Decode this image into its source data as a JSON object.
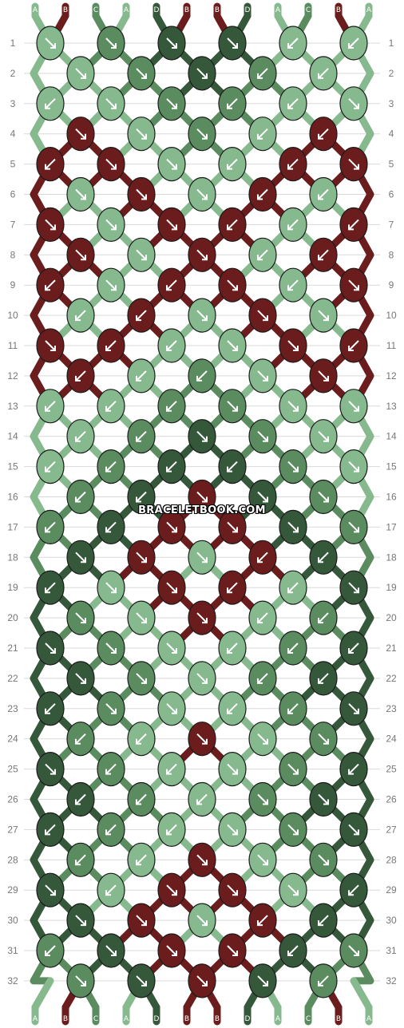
{
  "watermark": "BRACELETBOOK.COM",
  "colors": {
    "A": "#86b98e",
    "B": "#6b1c1c",
    "C": "#5a8c60",
    "D": "#35573a"
  },
  "strings": [
    "A",
    "B",
    "C",
    "A",
    "D",
    "B",
    "B",
    "D",
    "A",
    "C",
    "B",
    "A"
  ],
  "row_numbers": [
    1,
    2,
    3,
    4,
    5,
    6,
    7,
    8,
    9,
    10,
    11,
    12,
    13,
    14,
    15,
    16,
    17,
    18,
    19,
    20,
    21,
    22,
    23,
    24,
    25,
    26,
    27,
    28,
    29,
    30,
    31,
    32
  ],
  "knots": [
    {
      "row": 1,
      "knots": [
        {
          "c": "A",
          "d": "rr"
        },
        {
          "c": "C",
          "d": "rr"
        },
        {
          "c": "D",
          "d": "rl"
        },
        {
          "c": "D",
          "d": "rl"
        },
        {
          "c": "A",
          "d": "ll"
        },
        {
          "c": "A",
          "d": "ll"
        }
      ]
    },
    {
      "row": 2,
      "knots": [
        {
          "c": "A",
          "d": "rr"
        },
        {
          "c": "C",
          "d": "rr"
        },
        {
          "c": "D",
          "d": "rl"
        },
        {
          "c": "C",
          "d": "ll"
        },
        {
          "c": "A",
          "d": "ll"
        }
      ]
    },
    {
      "row": 3,
      "knots": [
        {
          "c": "A",
          "d": "ll"
        },
        {
          "c": "A",
          "d": "rr"
        },
        {
          "c": "C",
          "d": "rr"
        },
        {
          "c": "C",
          "d": "ll"
        },
        {
          "c": "A",
          "d": "ll"
        },
        {
          "c": "A",
          "d": "rr"
        }
      ]
    },
    {
      "row": 4,
      "knots": [
        {
          "c": "B",
          "d": "rr"
        },
        {
          "c": "A",
          "d": "rr"
        },
        {
          "c": "C",
          "d": "rr"
        },
        {
          "c": "A",
          "d": "ll"
        },
        {
          "c": "B",
          "d": "ll"
        }
      ]
    },
    {
      "row": 5,
      "knots": [
        {
          "c": "B",
          "d": "ll"
        },
        {
          "c": "B",
          "d": "rr"
        },
        {
          "c": "A",
          "d": "rr"
        },
        {
          "c": "A",
          "d": "ll"
        },
        {
          "c": "B",
          "d": "ll"
        },
        {
          "c": "B",
          "d": "rr"
        }
      ]
    },
    {
      "row": 6,
      "knots": [
        {
          "c": "A",
          "d": "rr"
        },
        {
          "c": "B",
          "d": "rr"
        },
        {
          "c": "A",
          "d": "rr"
        },
        {
          "c": "B",
          "d": "ll"
        },
        {
          "c": "A",
          "d": "ll"
        }
      ]
    },
    {
      "row": 7,
      "knots": [
        {
          "c": "B",
          "d": "rr"
        },
        {
          "c": "A",
          "d": "rr"
        },
        {
          "c": "B",
          "d": "rr"
        },
        {
          "c": "B",
          "d": "ll"
        },
        {
          "c": "A",
          "d": "ll"
        },
        {
          "c": "B",
          "d": "ll"
        }
      ]
    },
    {
      "row": 8,
      "knots": [
        {
          "c": "B",
          "d": "rr"
        },
        {
          "c": "A",
          "d": "rr"
        },
        {
          "c": "B",
          "d": "rr"
        },
        {
          "c": "A",
          "d": "ll"
        },
        {
          "c": "B",
          "d": "ll"
        }
      ]
    },
    {
      "row": 9,
      "knots": [
        {
          "c": "B",
          "d": "ll"
        },
        {
          "c": "A",
          "d": "rr"
        },
        {
          "c": "B",
          "d": "ll"
        },
        {
          "c": "B",
          "d": "rr"
        },
        {
          "c": "A",
          "d": "ll"
        },
        {
          "c": "B",
          "d": "rr"
        }
      ]
    },
    {
      "row": 10,
      "knots": [
        {
          "c": "A",
          "d": "ll"
        },
        {
          "c": "B",
          "d": "ll"
        },
        {
          "c": "A",
          "d": "rr"
        },
        {
          "c": "B",
          "d": "rr"
        },
        {
          "c": "A",
          "d": "rr"
        }
      ]
    },
    {
      "row": 11,
      "knots": [
        {
          "c": "B",
          "d": "rr"
        },
        {
          "c": "B",
          "d": "ll"
        },
        {
          "c": "A",
          "d": "ll"
        },
        {
          "c": "A",
          "d": "rr"
        },
        {
          "c": "B",
          "d": "rr"
        },
        {
          "c": "B",
          "d": "ll"
        }
      ]
    },
    {
      "row": 12,
      "knots": [
        {
          "c": "B",
          "d": "ll"
        },
        {
          "c": "A",
          "d": "ll"
        },
        {
          "c": "C",
          "d": "ll"
        },
        {
          "c": "A",
          "d": "rr"
        },
        {
          "c": "B",
          "d": "rr"
        }
      ]
    },
    {
      "row": 13,
      "knots": [
        {
          "c": "A",
          "d": "ll"
        },
        {
          "c": "A",
          "d": "ll"
        },
        {
          "c": "C",
          "d": "ll"
        },
        {
          "c": "C",
          "d": "rr"
        },
        {
          "c": "A",
          "d": "rr"
        },
        {
          "c": "A",
          "d": "rr"
        }
      ]
    },
    {
      "row": 14,
      "knots": [
        {
          "c": "A",
          "d": "ll"
        },
        {
          "c": "C",
          "d": "ll"
        },
        {
          "c": "D",
          "d": "rl"
        },
        {
          "c": "C",
          "d": "rr"
        },
        {
          "c": "A",
          "d": "rr"
        }
      ]
    },
    {
      "row": 15,
      "knots": [
        {
          "c": "A",
          "d": "ll"
        },
        {
          "c": "C",
          "d": "ll"
        },
        {
          "c": "D",
          "d": "lr"
        },
        {
          "c": "D",
          "d": "lr"
        },
        {
          "c": "C",
          "d": "rr"
        },
        {
          "c": "A",
          "d": "rr"
        }
      ]
    },
    {
      "row": 16,
      "knots": [
        {
          "c": "C",
          "d": "ll"
        },
        {
          "c": "D",
          "d": "lr"
        },
        {
          "c": "B",
          "d": "rl"
        },
        {
          "c": "D",
          "d": "rl"
        },
        {
          "c": "C",
          "d": "rr"
        }
      ]
    },
    {
      "row": 17,
      "knots": [
        {
          "c": "C",
          "d": "ll"
        },
        {
          "c": "D",
          "d": "lr"
        },
        {
          "c": "B",
          "d": "rl"
        },
        {
          "c": "B",
          "d": "rl"
        },
        {
          "c": "D",
          "d": "rl"
        },
        {
          "c": "C",
          "d": "rr"
        }
      ]
    },
    {
      "row": 18,
      "knots": [
        {
          "c": "D",
          "d": "rr"
        },
        {
          "c": "B",
          "d": "rr"
        },
        {
          "c": "A",
          "d": "rr"
        },
        {
          "c": "B",
          "d": "ll"
        },
        {
          "c": "D",
          "d": "ll"
        }
      ]
    },
    {
      "row": 19,
      "knots": [
        {
          "c": "D",
          "d": "ll"
        },
        {
          "c": "A",
          "d": "rr"
        },
        {
          "c": "B",
          "d": "rr"
        },
        {
          "c": "B",
          "d": "ll"
        },
        {
          "c": "A",
          "d": "ll"
        },
        {
          "c": "D",
          "d": "rr"
        }
      ]
    },
    {
      "row": 20,
      "knots": [
        {
          "c": "C",
          "d": "rr"
        },
        {
          "c": "A",
          "d": "rr"
        },
        {
          "c": "B",
          "d": "rr"
        },
        {
          "c": "A",
          "d": "ll"
        },
        {
          "c": "C",
          "d": "ll"
        }
      ]
    },
    {
      "row": 21,
      "knots": [
        {
          "c": "D",
          "d": "rr"
        },
        {
          "c": "C",
          "d": "rr"
        },
        {
          "c": "A",
          "d": "rr"
        },
        {
          "c": "A",
          "d": "ll"
        },
        {
          "c": "C",
          "d": "ll"
        },
        {
          "c": "D",
          "d": "ll"
        }
      ]
    },
    {
      "row": 22,
      "knots": [
        {
          "c": "D",
          "d": "rr"
        },
        {
          "c": "C",
          "d": "rr"
        },
        {
          "c": "A",
          "d": "rr"
        },
        {
          "c": "C",
          "d": "ll"
        },
        {
          "c": "D",
          "d": "ll"
        }
      ]
    },
    {
      "row": 23,
      "knots": [
        {
          "c": "D",
          "d": "ll"
        },
        {
          "c": "C",
          "d": "rr"
        },
        {
          "c": "A",
          "d": "rr"
        },
        {
          "c": "A",
          "d": "ll"
        },
        {
          "c": "C",
          "d": "ll"
        },
        {
          "c": "D",
          "d": "rr"
        }
      ]
    },
    {
      "row": 24,
      "knots": [
        {
          "c": "C",
          "d": "ll"
        },
        {
          "c": "A",
          "d": "ll"
        },
        {
          "c": "B",
          "d": "rl"
        },
        {
          "c": "A",
          "d": "rr"
        },
        {
          "c": "C",
          "d": "rr"
        }
      ]
    },
    {
      "row": 25,
      "knots": [
        {
          "c": "D",
          "d": "rr"
        },
        {
          "c": "C",
          "d": "ll"
        },
        {
          "c": "A",
          "d": "ll"
        },
        {
          "c": "A",
          "d": "rr"
        },
        {
          "c": "C",
          "d": "rr"
        },
        {
          "c": "D",
          "d": "ll"
        }
      ]
    },
    {
      "row": 26,
      "knots": [
        {
          "c": "D",
          "d": "ll"
        },
        {
          "c": "C",
          "d": "ll"
        },
        {
          "c": "A",
          "d": "ll"
        },
        {
          "c": "C",
          "d": "rr"
        },
        {
          "c": "D",
          "d": "rr"
        }
      ]
    },
    {
      "row": 27,
      "knots": [
        {
          "c": "D",
          "d": "ll"
        },
        {
          "c": "C",
          "d": "ll"
        },
        {
          "c": "A",
          "d": "ll"
        },
        {
          "c": "A",
          "d": "rr"
        },
        {
          "c": "C",
          "d": "rr"
        },
        {
          "c": "D",
          "d": "rr"
        }
      ]
    },
    {
      "row": 28,
      "knots": [
        {
          "c": "C",
          "d": "ll"
        },
        {
          "c": "A",
          "d": "ll"
        },
        {
          "c": "B",
          "d": "rl"
        },
        {
          "c": "A",
          "d": "rr"
        },
        {
          "c": "C",
          "d": "rr"
        }
      ]
    },
    {
      "row": 29,
      "knots": [
        {
          "c": "D",
          "d": "rr"
        },
        {
          "c": "A",
          "d": "ll"
        },
        {
          "c": "B",
          "d": "rl"
        },
        {
          "c": "B",
          "d": "rl"
        },
        {
          "c": "A",
          "d": "rr"
        },
        {
          "c": "D",
          "d": "ll"
        }
      ]
    },
    {
      "row": 30,
      "knots": [
        {
          "c": "D",
          "d": "rr"
        },
        {
          "c": "B",
          "d": "rl"
        },
        {
          "c": "A",
          "d": "rr"
        },
        {
          "c": "B",
          "d": "lr"
        },
        {
          "c": "D",
          "d": "ll"
        }
      ]
    },
    {
      "row": 31,
      "knots": [
        {
          "c": "C",
          "d": "ll"
        },
        {
          "c": "D",
          "d": "rr"
        },
        {
          "c": "B",
          "d": "rl"
        },
        {
          "c": "B",
          "d": "rl"
        },
        {
          "c": "D",
          "d": "ll"
        },
        {
          "c": "C",
          "d": "rr"
        }
      ]
    },
    {
      "row": 32,
      "knots": [
        {
          "c": "C",
          "d": "rr"
        },
        {
          "c": "D",
          "d": "rl"
        },
        {
          "c": "B",
          "d": "rl"
        },
        {
          "c": "D",
          "d": "rl"
        },
        {
          "c": "C",
          "d": "ll"
        }
      ]
    }
  ]
}
